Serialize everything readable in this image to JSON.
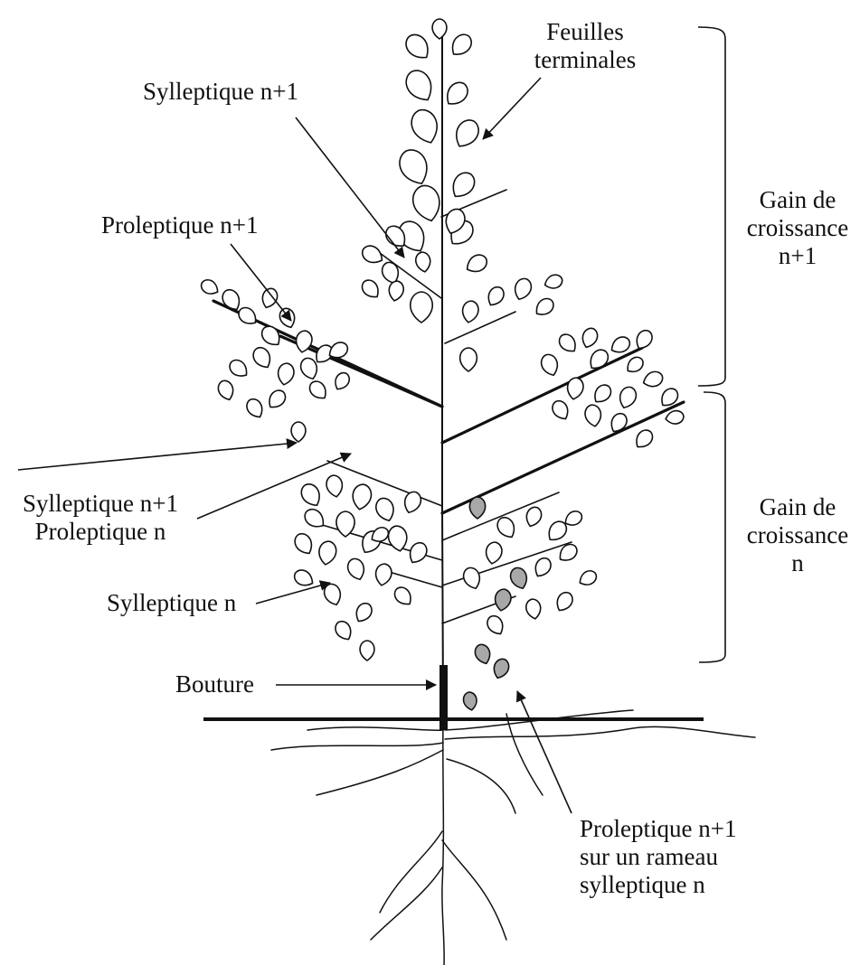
{
  "labels": {
    "feuilles_terminales": "Feuilles\nterminales",
    "sylleptique_top": "Sylleptique n+1",
    "proleptique_top": "Proleptique n+1",
    "gain_n1": "Gain de\ncroissance\nn+1",
    "gain_n": "Gain de\ncroissance\nn",
    "sylleptique_proleptique": "Sylleptique n+1\nProleptique n",
    "sylleptique_n": "Sylleptique n",
    "bouture": "Bouture",
    "proleptique_rameau": "Proleptique n+1\nsur un rameau\nsylleptique n"
  }
}
